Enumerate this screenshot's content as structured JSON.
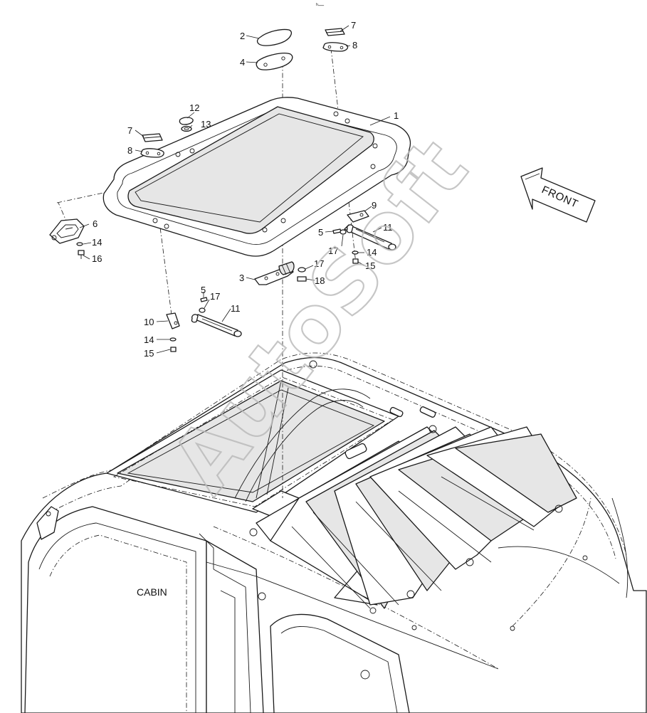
{
  "header_mark": "ʰ—",
  "direction_label": "FRONT",
  "assembly_label": "CABIN",
  "watermark": "AutoSoft",
  "callouts": {
    "c1": "1",
    "c2": "2",
    "c3": "3",
    "c4": "4",
    "c5a": "5",
    "c5b": "5",
    "c6": "6",
    "c7a": "7",
    "c7b": "7",
    "c8a": "8",
    "c8b": "8",
    "c9": "9",
    "c10": "10",
    "c11a": "11",
    "c11b": "11",
    "c12": "12",
    "c13": "13",
    "c14a": "14",
    "c14b": "14",
    "c14c": "14",
    "c15a": "15",
    "c15b": "15",
    "c16": "16",
    "c17a": "17",
    "c17b": "17",
    "c17c": "17",
    "c18": "18"
  }
}
